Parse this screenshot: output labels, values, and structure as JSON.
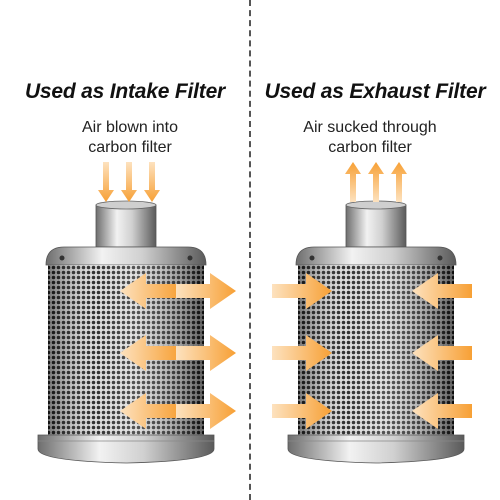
{
  "panels": [
    {
      "title": "Used as Intake Filter",
      "description": [
        "Air blown into",
        "carbon filter"
      ]
    },
    {
      "title": "Used as Exhaust Filter",
      "description": [
        "Air sucked through",
        "carbon filter"
      ]
    }
  ],
  "colors": {
    "arrow": "#f7a035",
    "arrow_fade": "#fde2bf",
    "divider": "#555555",
    "metal_light": "#f2f2f2",
    "metal_dark": "#6e6e6e",
    "mesh_hole": "#1a1a1a"
  },
  "icons": {
    "filter": "carbon-filter-icon",
    "air_in": "arrow-right-icon",
    "air_out": "arrow-left-icon",
    "air_up": "arrow-up-icon",
    "air_down": "arrow-down-icon"
  }
}
